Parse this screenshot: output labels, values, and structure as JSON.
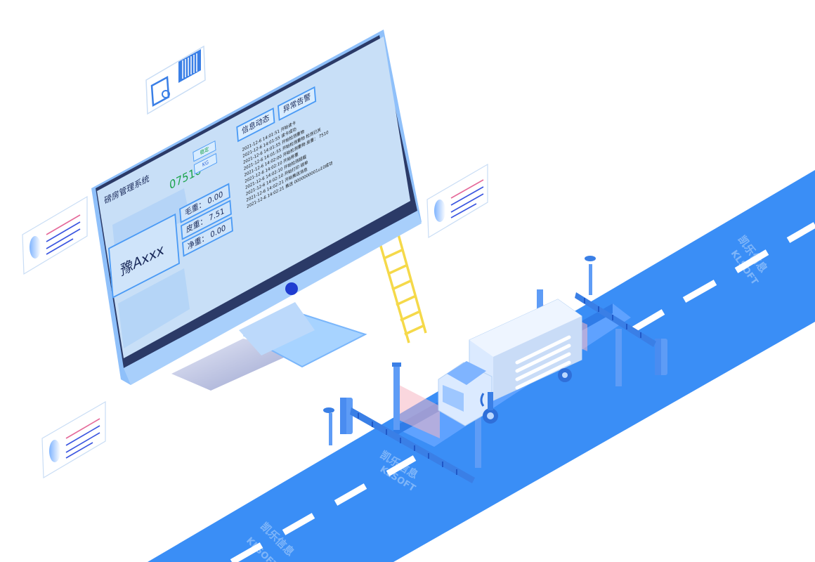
{
  "system": {
    "title": "磅房管理系统",
    "total_weight": "07510",
    "stable_label": "稳定",
    "unit_label": "KG"
  },
  "vehicle": {
    "plate": "豫Axxx"
  },
  "weights": {
    "gross": "毛重：  0.00",
    "tare": "皮重：  7.51",
    "net": "净重：  0.00"
  },
  "tabs": {
    "info": "信息动态",
    "alarm": "异常告警"
  },
  "log": [
    "2021-12-6 14:01:51 开始读卡",
    "2021-12-6 14:01:55 读卡成功",
    "2021-12-6 14:01:55 开始检测重物",
    "2021-12-6 14:01:55 开始检测重物 检测已关",
    "2021-12-6 14:02:00 开始检测重物 皮重：  7510",
    "2021-12-6 14:02:10 开始称重",
    "2021-12-6 14:02:10 开始检测超载",
    "2021-12-6 14:02:10 开始打印 磅单",
    "2021-12-6 14:02:21 开始推送消息",
    "2021-12-6 14:02:21 推送 0000000001u10成功"
  ],
  "watermark": {
    "cn": "凯乐信息",
    "en": "KLSOFT"
  },
  "colors": {
    "road": "#3a8ef6",
    "road_marking": "#ffffff",
    "monitor_bezel": "#2b3a67",
    "monitor_frame": "#8fc0fa",
    "screen": "#c8dff7",
    "ladder": "#f5d94a",
    "truck": "#dbeaff",
    "laser": "#f7a8a8"
  },
  "icons": [
    "certificate-barcode-icon",
    "document-card-icon",
    "ladder-icon",
    "truck-icon",
    "barrier-gate-icon",
    "camera-pole-icon"
  ]
}
